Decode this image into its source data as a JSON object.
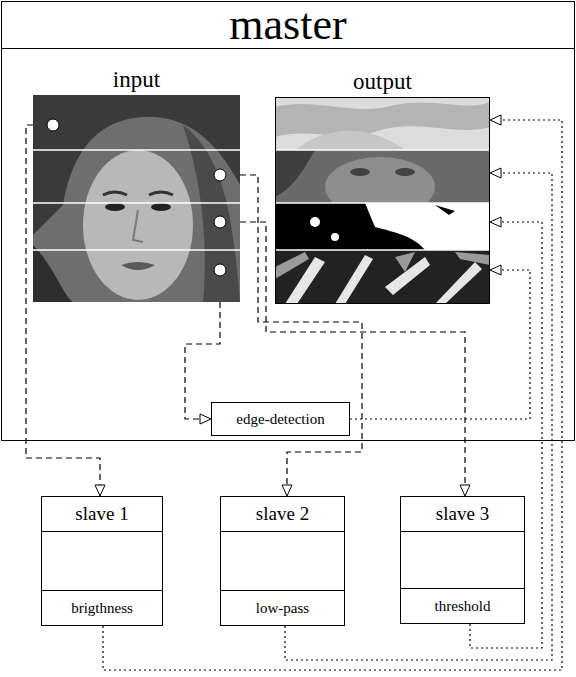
{
  "diagram": {
    "nodes": [
      {
        "text": [
          "master"
        ]
      },
      {
        "text": [
          "input"
        ],
        "in": 0
      },
      {
        "text": [
          "output"
        ],
        "in": 0
      },
      {
        "text": [
          "edge-detection"
        ],
        "in": 0
      },
      {
        "text": [
          "slave 1",
          "brigthness"
        ]
      },
      {
        "text": [
          "slave 2",
          "low-pass"
        ]
      },
      {
        "text": [
          "slave 3",
          "threshold"
        ]
      }
    ],
    "edges": [
      {
        "from": 1,
        "to": 4,
        "arrow": "to"
      },
      {
        "from": 1,
        "to": 5,
        "arrow": "to"
      },
      {
        "from": 1,
        "to": 6,
        "arrow": "to"
      },
      {
        "from": 1,
        "to": 3,
        "arrow": "to"
      },
      {
        "from": 3,
        "to": 2,
        "arrow": "to"
      },
      {
        "from": 4,
        "to": 2,
        "arrow": "to"
      },
      {
        "from": 5,
        "to": 2,
        "arrow": "to"
      },
      {
        "from": 6,
        "to": 2,
        "arrow": "to"
      }
    ]
  }
}
